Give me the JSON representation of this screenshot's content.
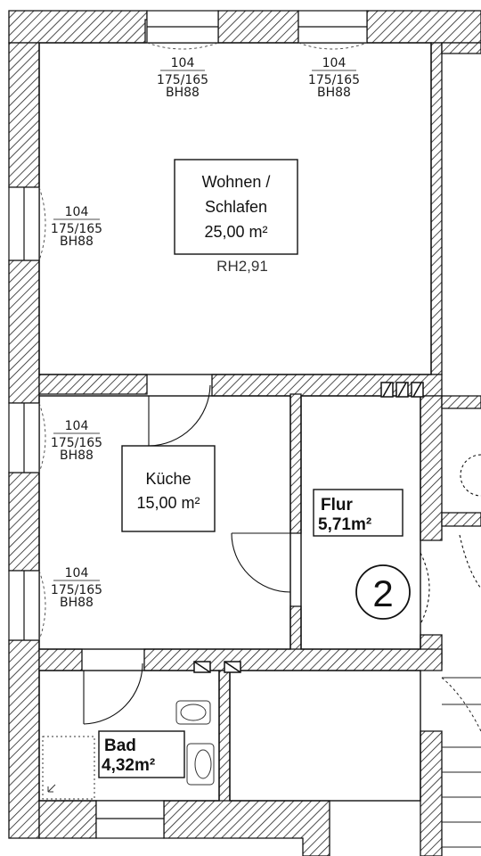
{
  "rooms": {
    "wohnen": {
      "line1": "Wohnen /",
      "line2": "Schlafen",
      "area": "25,00 m²",
      "height": "RH2,91"
    },
    "kueche": {
      "name": "Küche",
      "area": "15,00 m²"
    },
    "flur": {
      "name": "Flur",
      "area": "5,71m²"
    },
    "bad": {
      "name": "Bad",
      "area": "4,32m²"
    }
  },
  "windows": {
    "top_left": {
      "width": "104",
      "size": "175/165",
      "sill": "BH88"
    },
    "top_right": {
      "width": "104",
      "size": "175/165",
      "sill": "BH88"
    },
    "wohnen_side": {
      "width": "104",
      "size": "175/165",
      "sill": "BH88"
    },
    "kueche_upper": {
      "width": "104",
      "size": "175/165",
      "sill": "BH88"
    },
    "kueche_lower": {
      "width": "104",
      "size": "175/165",
      "sill": "BH88"
    }
  },
  "unit_number": "2",
  "colors": {
    "wall_hatch": "#222222",
    "line": "#111111",
    "background": "#ffffff"
  }
}
